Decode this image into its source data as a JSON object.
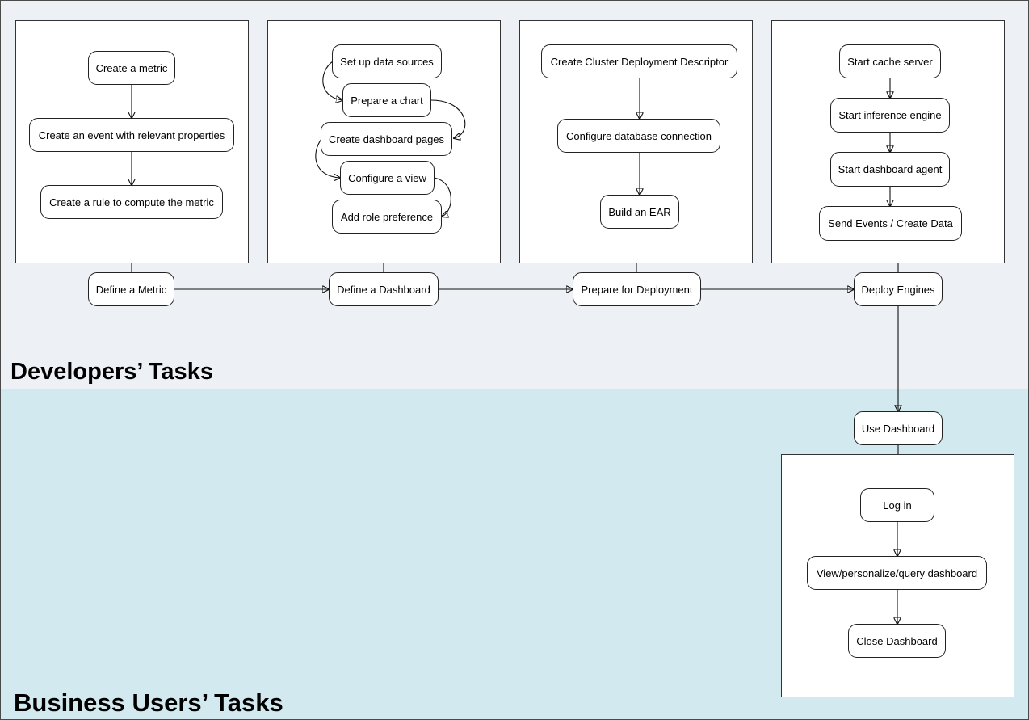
{
  "lanes": {
    "developers": "Developers’ Tasks",
    "business_users": "Business Users’ Tasks"
  },
  "stages": {
    "define_metric": "Define a Metric",
    "define_dashboard": "Define a Dashboard",
    "prepare_deployment": "Prepare for Deployment",
    "deploy_engines": "Deploy Engines",
    "use_dashboard": "Use Dashboard"
  },
  "metric_steps": [
    "Create a metric",
    "Create an event with relevant properties",
    "Create a rule to compute the metric"
  ],
  "dashboard_steps": [
    "Set up data sources",
    "Prepare a chart",
    "Create dashboard pages",
    "Configure a view",
    "Add role preference"
  ],
  "deployment_steps": [
    "Create Cluster Deployment Descriptor",
    "Configure database connection",
    "Build an EAR"
  ],
  "engine_steps": [
    "Start cache server",
    "Start inference engine",
    "Start dashboard agent",
    "Send Events / Create Data"
  ],
  "usage_steps": [
    "Log in",
    "View/personalize/query dashboard",
    "Close Dashboard"
  ]
}
